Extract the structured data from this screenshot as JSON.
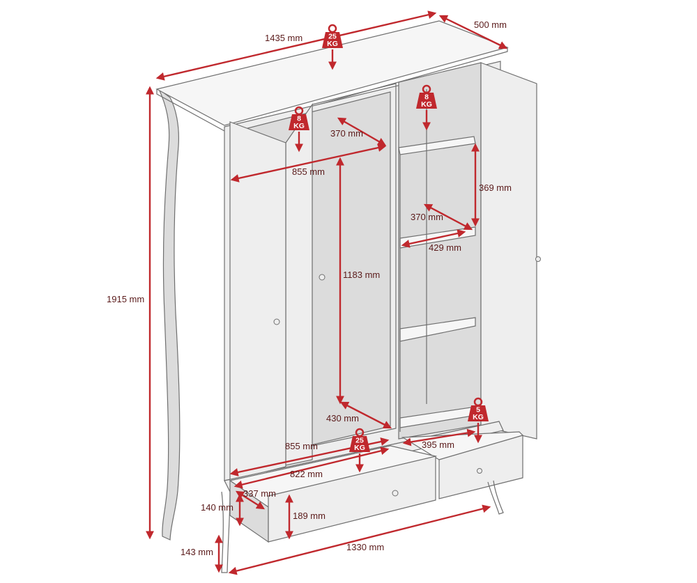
{
  "dimensions": {
    "width_top": "1435 mm",
    "depth_top": "500 mm",
    "height_total": "1915 mm",
    "hanging_depth": "370 mm",
    "hanging_width": "855 mm",
    "hanging_height": "1183 mm",
    "shelf_spacing": "369 mm",
    "shelf_depth": "370 mm",
    "shelf_width": "429 mm",
    "bottom_depth": "430 mm",
    "bottom_width": "855 mm",
    "drawer_right_width": "395 mm",
    "drawer_inner_width": "822 mm",
    "drawer_inner_depth": "337 mm",
    "drawer_front_height": "140 mm",
    "drawer_inner_height": "189 mm",
    "leg_height": "143 mm",
    "base_width": "1330 mm"
  },
  "weights": {
    "top": [
      "25",
      "KG"
    ],
    "hanging_rail": [
      "8",
      "KG"
    ],
    "shelf_top": [
      "8",
      "KG"
    ],
    "drawer_left": [
      "25",
      "KG"
    ],
    "drawer_right": [
      "5",
      "KG"
    ]
  },
  "colors": {
    "accent": "#c0282d",
    "label_text": "#5a1a1a",
    "furniture_outline": "#6f6f6f",
    "furniture_fill": "#eeeeee"
  },
  "icons": [
    "weight-icon",
    "dimension-arrow"
  ]
}
